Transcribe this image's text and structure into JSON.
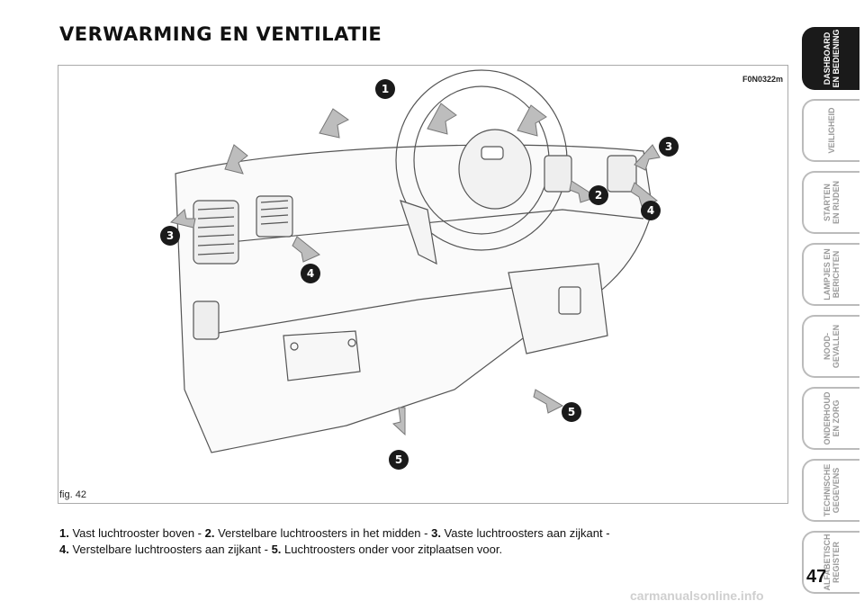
{
  "page": {
    "title": "VERWARMING EN VENTILATIE",
    "figure_code": "F0N0322m",
    "figure_caption": "fig. 42",
    "page_number": "47",
    "watermark": "carmanualsonline.info"
  },
  "callouts": [
    {
      "label": "1"
    },
    {
      "label": "2"
    },
    {
      "label": "3"
    },
    {
      "label": "3"
    },
    {
      "label": "4"
    },
    {
      "label": "4"
    },
    {
      "label": "5"
    },
    {
      "label": "5"
    }
  ],
  "caption": {
    "items": [
      {
        "num": "1.",
        "text": " Vast luchtrooster boven - "
      },
      {
        "num": "2.",
        "text": " Verstelbare luchtroosters in het midden - "
      },
      {
        "num": "3.",
        "text": " Vaste luchtroosters aan zijkant - "
      },
      {
        "num": "4.",
        "text": " Verstelbare luchtroosters aan zijkant - "
      },
      {
        "num": "5.",
        "text": " Luchtroosters onder voor zitplaatsen voor."
      }
    ]
  },
  "tabs": [
    {
      "label": "DASHBOARD\nEN BEDIENING",
      "active": true
    },
    {
      "label": "VEILIGHEID",
      "active": false
    },
    {
      "label": "STARTEN\nEN RIJDEN",
      "active": false
    },
    {
      "label": "LAMPJES EN\nBERICHTEN",
      "active": false
    },
    {
      "label": "NOOD-\nGEVALLEN",
      "active": false
    },
    {
      "label": "ONDERHOUD\nEN ZORG",
      "active": false
    },
    {
      "label": "TECHNISCHE\nGEGEVENS",
      "active": false
    },
    {
      "label": "ALFABETISCH\nREGISTER",
      "active": false
    }
  ]
}
